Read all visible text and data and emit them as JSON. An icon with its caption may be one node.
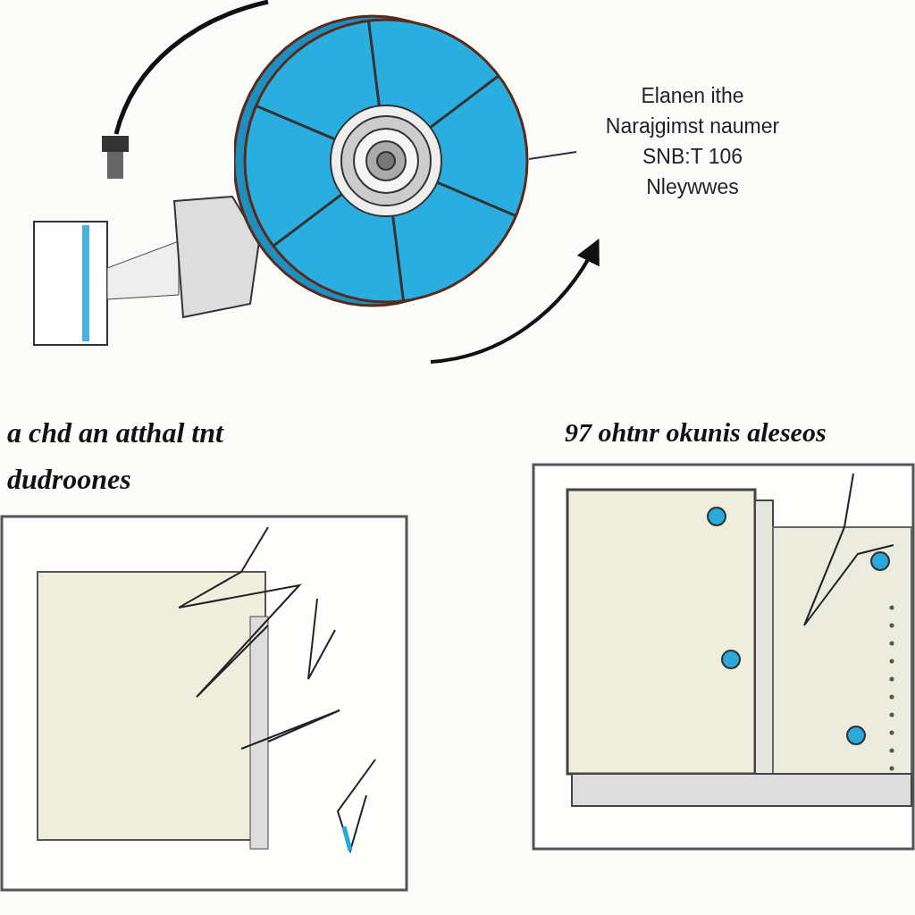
{
  "diagram": {
    "nodes": [
      {
        "text": [],
        "shape": "picture"
      },
      {
        "text": [
          "Elanen ithe",
          "Narajgimst naumer",
          "SNB:T 106",
          "Nleywwes"
        ]
      }
    ],
    "edges": [
      {
        "from": 1,
        "to": 0,
        "arrow": "none"
      }
    ],
    "labels": [
      "a chd an atthal tnt dudroones",
      "97 ohtnr okunis aleseos"
    ]
  }
}
